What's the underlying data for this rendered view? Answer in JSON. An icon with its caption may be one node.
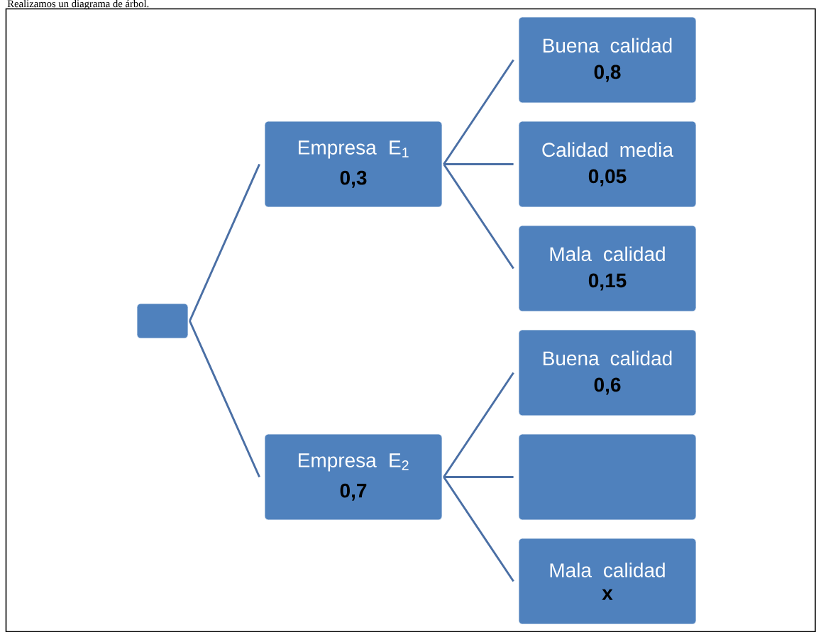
{
  "diagram": {
    "nodes": [
      {
        "text": [],
        "shape": "box"
      },
      {
        "text": [
          "Empresa E$_{1}$",
          "0,3"
        ]
      },
      {
        "text": [
          "Empresa E$_{2}$",
          "0,7"
        ]
      },
      {
        "text": [
          "Buena calidad",
          "0,8"
        ]
      },
      {
        "text": [
          "Calidad media",
          "0,05"
        ]
      },
      {
        "text": [
          "Mala calidad",
          "0,15"
        ]
      },
      {
        "text": [
          "Buena calidad",
          "0,6"
        ]
      },
      {
        "text": [],
        "shape": "box"
      },
      {
        "text": [
          "Mala calidad",
          "x"
        ]
      }
    ],
    "edges": [
      {
        "from": 0,
        "to": 1,
        "arrow": "none"
      },
      {
        "from": 0,
        "to": 2,
        "arrow": "none"
      },
      {
        "from": 1,
        "to": 3,
        "arrow": "none"
      },
      {
        "from": 1,
        "to": 4,
        "arrow": "none"
      },
      {
        "from": 1,
        "to": 5,
        "arrow": "none"
      },
      {
        "from": 2,
        "to": 6,
        "arrow": "none"
      },
      {
        "from": 2,
        "to": 7,
        "arrow": "none"
      },
      {
        "from": 2,
        "to": 8,
        "arrow": "none"
      }
    ],
    "labels": [
      "Realizamos un diagrama de árbol."
    ]
  }
}
